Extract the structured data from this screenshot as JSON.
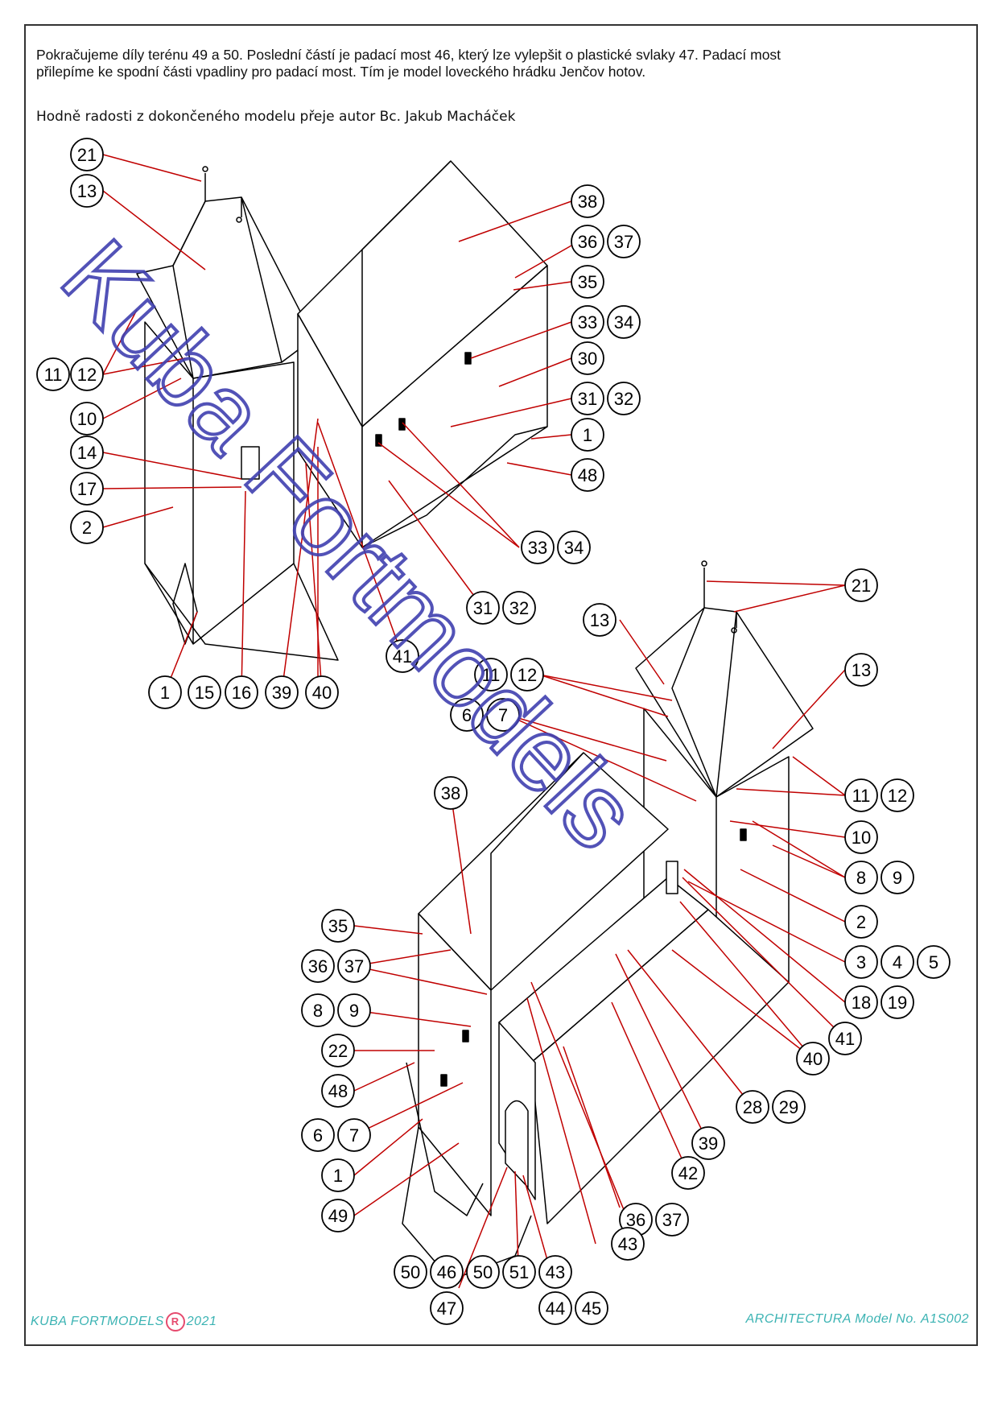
{
  "intro": {
    "line1": "Pokračujeme díly terénu 49 a 50. Poslední částí je padací most 46, který lze vylepšit o plastické svlaky 47. Padací most",
    "line2": "přilepíme ke spodní části vpadliny pro padací most. Tím je model loveckého hrádku Jenčov hotov."
  },
  "closing": "Hodně radosti z dokončeného modelu přeje autor Bc. Jakub Macháček",
  "watermark": "Kuba Fortmodels",
  "footer": {
    "left_brand": "KUBA FORTMODELS",
    "left_reg": "R",
    "left_year": "2021",
    "right": "ARCHITECTURA  Model No. A1S002"
  },
  "colors": {
    "leader": "#c00000",
    "watermark": "#4040b0",
    "footer": "#3bb3b3"
  },
  "callouts": [
    {
      "n": "21"
    },
    {
      "n": "13"
    },
    {
      "n": "11"
    },
    {
      "n": "12"
    },
    {
      "n": "10"
    },
    {
      "n": "14"
    },
    {
      "n": "17"
    },
    {
      "n": "2"
    },
    {
      "n": "1"
    },
    {
      "n": "15"
    },
    {
      "n": "16"
    },
    {
      "n": "39"
    },
    {
      "n": "40"
    },
    {
      "n": "41"
    },
    {
      "n": "31"
    },
    {
      "n": "32"
    },
    {
      "n": "33"
    },
    {
      "n": "34"
    },
    {
      "n": "38"
    },
    {
      "n": "36"
    },
    {
      "n": "37"
    },
    {
      "n": "35"
    },
    {
      "n": "33"
    },
    {
      "n": "34"
    },
    {
      "n": "30"
    },
    {
      "n": "31"
    },
    {
      "n": "32"
    },
    {
      "n": "1"
    },
    {
      "n": "48"
    },
    {
      "n": "21"
    },
    {
      "n": "13"
    },
    {
      "n": "13"
    },
    {
      "n": "11"
    },
    {
      "n": "12"
    },
    {
      "n": "6"
    },
    {
      "n": "7"
    },
    {
      "n": "38"
    },
    {
      "n": "11"
    },
    {
      "n": "12"
    },
    {
      "n": "10"
    },
    {
      "n": "8"
    },
    {
      "n": "9"
    },
    {
      "n": "2"
    },
    {
      "n": "3"
    },
    {
      "n": "4"
    },
    {
      "n": "5"
    },
    {
      "n": "18"
    },
    {
      "n": "19"
    },
    {
      "n": "41"
    },
    {
      "n": "40"
    },
    {
      "n": "35"
    },
    {
      "n": "36"
    },
    {
      "n": "37"
    },
    {
      "n": "8"
    },
    {
      "n": "9"
    },
    {
      "n": "22"
    },
    {
      "n": "48"
    },
    {
      "n": "6"
    },
    {
      "n": "7"
    },
    {
      "n": "1"
    },
    {
      "n": "49"
    },
    {
      "n": "28"
    },
    {
      "n": "29"
    },
    {
      "n": "39"
    },
    {
      "n": "42"
    },
    {
      "n": "36"
    },
    {
      "n": "37"
    },
    {
      "n": "43"
    },
    {
      "n": "50"
    },
    {
      "n": "46"
    },
    {
      "n": "50"
    },
    {
      "n": "51"
    },
    {
      "n": "43"
    },
    {
      "n": "47"
    },
    {
      "n": "44"
    },
    {
      "n": "45"
    }
  ]
}
